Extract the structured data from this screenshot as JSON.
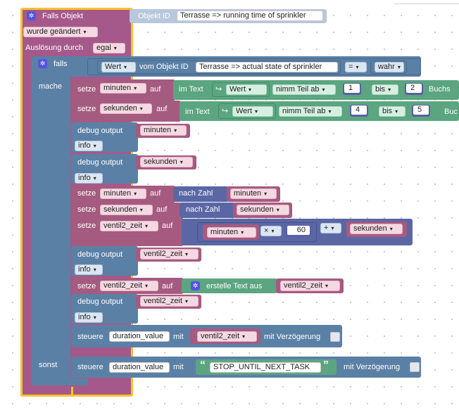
{
  "trigger": {
    "falls_objekt": "Falls Objekt",
    "objekt_id_label": "Objekt ID",
    "object_id": "Terrasse => running time of sprinkler",
    "changed": "wurde geändert",
    "ausloesung": "Auslösung durch",
    "egal": "egal"
  },
  "if": {
    "falls": "falls",
    "mache": "mache",
    "sonst": "sonst",
    "cond": {
      "wert": "Wert",
      "vom_objekt_id": "vom Objekt ID",
      "object_id": "Terrasse => actual state of sprinkler",
      "op": "=",
      "value": "wahr"
    }
  },
  "labels": {
    "setze": "setze",
    "auf": "auf",
    "im_text": "im Text",
    "wert": "Wert",
    "nimm_teil_ab": "nimm Teil ab",
    "bis": "bis",
    "buchs": "Buchs",
    "buc": "Buc",
    "debug_output": "debug output",
    "info": "info",
    "nach_zahl": "nach Zahl",
    "mult": "×",
    "plus": "+",
    "erstelle_text_aus": "erstelle Text aus",
    "steuere": "steuere",
    "mit": "mit",
    "mit_verzoegerung": "mit Verzögerung",
    "open_quote": "“",
    "close_quote": "”"
  },
  "vars": {
    "minuten": "minuten",
    "sekunden": "sekunden",
    "ventil2_zeit": "ventil2_zeit",
    "duration_value": "duration_value"
  },
  "numbers": {
    "n1": "1",
    "n2": "2",
    "n4": "4",
    "n5": "5",
    "n60": "60"
  },
  "stop_text": "STOP_UNTIL_NEXT_TASK",
  "colors": {
    "event_block": "#a5598b",
    "if_block": "#5b80a5",
    "setter_block": "#a55b80",
    "text_block": "#5ba580",
    "number_block": "#5b5ea6",
    "math_block": "#5b67a5",
    "selection": "#f9c22d"
  }
}
